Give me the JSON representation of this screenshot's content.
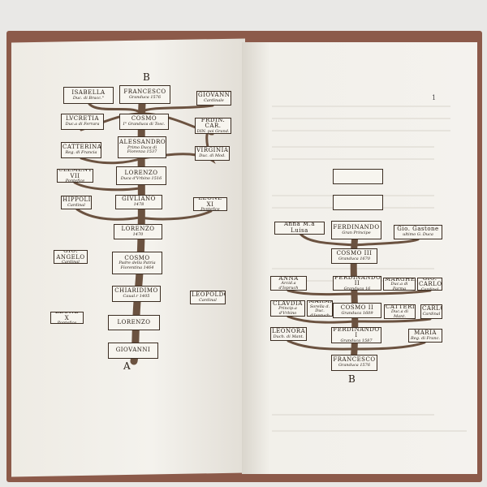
{
  "left_page": {
    "top_letter": "B",
    "bottom_letter": "A",
    "boxes": [
      {
        "name": "ISABELLA",
        "sub": "Duc. di Bracc.°"
      },
      {
        "name": "FRANCESCO",
        "sub": "Granduca 1576"
      },
      {
        "name": "GIOVANNI",
        "sub": "Cardinale"
      },
      {
        "name": "LVCRETIA",
        "sub": "Duc.a di Ferrara"
      },
      {
        "name": "COSMO",
        "sub": "I° Granduca di Tosc."
      },
      {
        "name": "FRDIN. CAR.",
        "sub": "DIN. poi Grand."
      },
      {
        "name": "CATTERINA",
        "sub": "Reg. di Francia"
      },
      {
        "name": "ALESSANDRO",
        "sub": "Primo Duca di Fiorenza 1537"
      },
      {
        "name": "VIRGINIA",
        "sub": "Duc. di Mod."
      },
      {
        "name": "CLEMENTE VII",
        "sub": "Pontefice"
      },
      {
        "name": "LORENZO",
        "sub": "Duca d'Vrbino 1516"
      },
      {
        "name": "HIPPOLITO",
        "sub": "Cardinal"
      },
      {
        "name": "GIVLIANO",
        "sub": "1478"
      },
      {
        "name": "LEONE XI",
        "sub": "Pontefice"
      },
      {
        "name": "LORENZO",
        "sub": "1470"
      },
      {
        "name": "GIO. ANGELO",
        "sub": "Cardinal"
      },
      {
        "name": "COSMO",
        "sub": "Padre della Patria Fiorentina 1464"
      },
      {
        "name": "CHIARIDIMO",
        "sub": "Caual.r 1405"
      },
      {
        "name": "LEOPOLDO",
        "sub": "Cardinal"
      },
      {
        "name": "LEONE X",
        "sub": "Pontefice"
      },
      {
        "name": "LORENZO",
        "sub": ""
      },
      {
        "name": "GIOVANNI",
        "sub": ""
      }
    ]
  },
  "right_page": {
    "page_number": "1",
    "bottom_letter": "B",
    "boxes": [
      {
        "name": "Anna M.a Luisa",
        "sub": ""
      },
      {
        "name": "FERDINANDO",
        "sub": "Gran Principe"
      },
      {
        "name": "Gio. Gastone",
        "sub": "ultimo G. Duca"
      },
      {
        "name": "COSMO III",
        "sub": "Granduca 1670"
      },
      {
        "name": "ANNA",
        "sub": "Arcid.a d'Ispruch"
      },
      {
        "name": "FERDINANDO II",
        "sub": "Granduca 16"
      },
      {
        "name": "MARGHERITA",
        "sub": "Duc.a di Parma"
      },
      {
        "name": "GIO. CARLO",
        "sub": "Cardinal"
      },
      {
        "name": "CLAVDIA",
        "sub": "Princip.a d'Vrbino"
      },
      {
        "name": "MARMAD.",
        "sub": "Sorella d. Duc. d'Ispruch"
      },
      {
        "name": "COSMO II",
        "sub": "Granduca 1609"
      },
      {
        "name": "CATTERINA",
        "sub": "Duc.a di Mant."
      },
      {
        "name": "CARLO",
        "sub": "Cardinal"
      },
      {
        "name": "LEONORA",
        "sub": "Duch. di Mant."
      },
      {
        "name": "FERDINANDO I",
        "sub": "Granduca 1587"
      },
      {
        "name": "MARIA",
        "sub": "Reg. di Franc."
      },
      {
        "name": "FRANCESCO",
        "sub": "Granduca 1576"
      }
    ]
  },
  "colors": {
    "paper": "#f3f1ec",
    "ink": "#2a2018",
    "cover": "#8c5a4a",
    "trunk": "#6b5240"
  }
}
